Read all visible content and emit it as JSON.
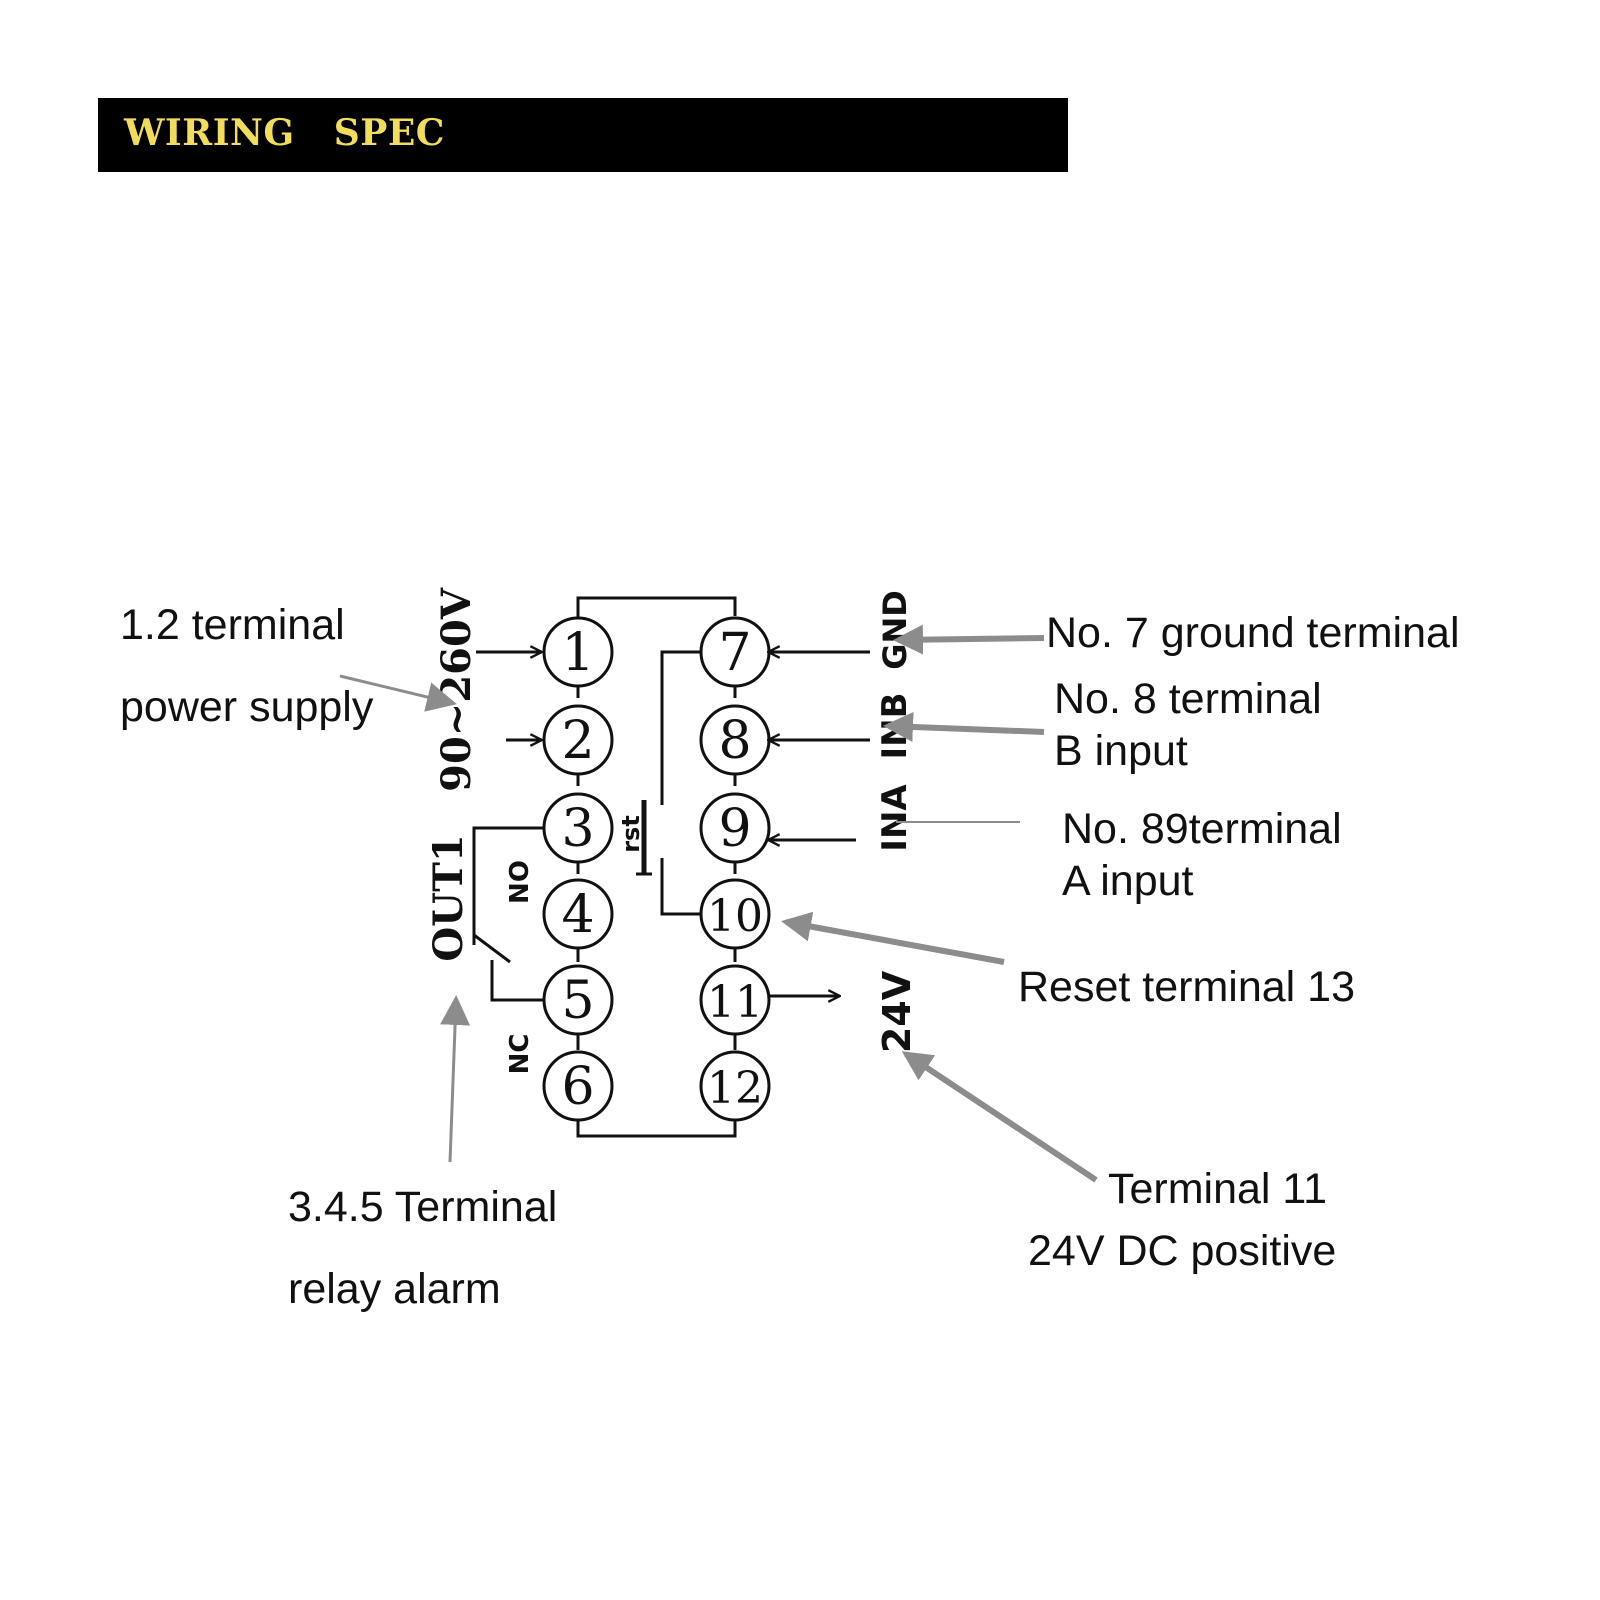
{
  "header": {
    "title": "WIRING   SPEC"
  },
  "colors": {
    "header_bg": "#000000",
    "header_text": "#f2dc5c",
    "line": "#111111",
    "callout_arrow": "#8c8c8c",
    "accent_label": "#b34a00"
  },
  "terminals": {
    "left": [
      "1",
      "2",
      "3",
      "4",
      "5",
      "6"
    ],
    "right": [
      "7",
      "8",
      "9",
      "10",
      "11",
      "12"
    ]
  },
  "diagram_labels": {
    "supply_voltage": "90~260V",
    "out1": "OUT1",
    "no": "NO",
    "nc": "NC",
    "rst": "rst",
    "gnd": "GND",
    "inb": "INB",
    "ina": "INA",
    "v24": "24V"
  },
  "callouts": {
    "power_line1": "1.2 terminal",
    "power_line2": "power supply",
    "ground": "No. 7 ground terminal",
    "b_input_line1": "No. 8 terminal",
    "b_input_line2": "B input",
    "a_input_line1": "No. 89terminal",
    "a_input_line2": "A input",
    "reset": "Reset terminal 13",
    "t11_line1": "Terminal 11",
    "t11_line2": "24V DC positive",
    "relay_line1": "3.4.5 Terminal",
    "relay_line2": "relay alarm"
  }
}
